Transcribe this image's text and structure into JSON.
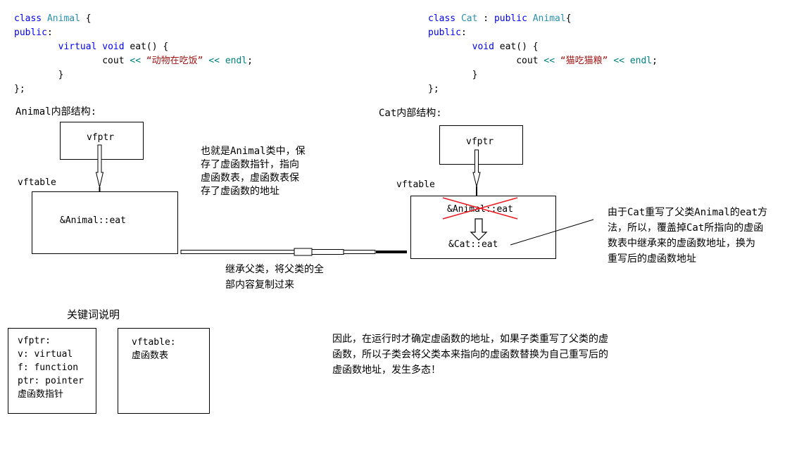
{
  "colors": {
    "keyword": "#0000ff",
    "type_name": "#2b91af",
    "operator": "#008080",
    "string": "#a31515",
    "cross": "#ed1c24"
  },
  "code_left": {
    "lines": [
      [
        [
          "k",
          "class "
        ],
        [
          "t",
          "Animal"
        ],
        [
          "d",
          " {"
        ]
      ],
      [
        [
          "k",
          "public"
        ],
        [
          "d",
          ":"
        ]
      ],
      [
        [
          "d",
          "        "
        ],
        [
          "k",
          "virtual"
        ],
        [
          "d",
          " "
        ],
        [
          "k",
          "void"
        ],
        [
          "d",
          " eat() {"
        ]
      ],
      [
        [
          "d",
          "                cout "
        ],
        [
          "o",
          "<<"
        ],
        [
          "d",
          " "
        ],
        [
          "s",
          "“动物在吃饭”"
        ],
        [
          "d",
          " "
        ],
        [
          "o",
          "<<"
        ],
        [
          "d",
          " "
        ],
        [
          "o",
          "endl"
        ],
        [
          "d",
          ";"
        ]
      ],
      [
        [
          "d",
          "        }"
        ]
      ],
      [
        [
          "d",
          "};"
        ]
      ]
    ]
  },
  "code_right": {
    "lines": [
      [
        [
          "k",
          "class "
        ],
        [
          "t",
          "Cat"
        ],
        [
          "d",
          " : "
        ],
        [
          "k",
          "public"
        ],
        [
          "d",
          " "
        ],
        [
          "t",
          "Animal"
        ],
        [
          "d",
          "{"
        ]
      ],
      [
        [
          "k",
          "public"
        ],
        [
          "d",
          ":"
        ]
      ],
      [
        [
          "d",
          "        "
        ],
        [
          "k",
          "void"
        ],
        [
          "d",
          " eat() {"
        ]
      ],
      [
        [
          "d",
          "                cout "
        ],
        [
          "o",
          "<<"
        ],
        [
          "d",
          " "
        ],
        [
          "s",
          "“猫吃猫粮”"
        ],
        [
          "d",
          " "
        ],
        [
          "o",
          "<<"
        ],
        [
          "d",
          " "
        ],
        [
          "o",
          "endl"
        ],
        [
          "d",
          ";"
        ]
      ],
      [
        [
          "d",
          "        }"
        ]
      ],
      [
        [
          "d",
          "};"
        ]
      ]
    ]
  },
  "animal_section": {
    "title": "Animal内部结构:",
    "vfptr_label": "vfptr",
    "vftable_label": "vftable",
    "vftable_entry": "&Animal::eat"
  },
  "cat_section": {
    "title": "Cat内部结构:",
    "vfptr_label": "vfptr",
    "vftable_label": "vftable",
    "inherited_entry": "&Animal::eat",
    "override_entry": "&Cat::eat"
  },
  "annotations": {
    "vfptr_note_lines": [
      "也就是Animal类中，保",
      "存了虚函数指针，指向",
      "虚函数表，虚函数表保",
      "存了虚函数的地址"
    ],
    "inherit_note_lines": [
      "继承父类，将父类的全",
      "部内容复制过来"
    ],
    "override_note_lines": [
      "由于Cat重写了父类Animal的eat方",
      "法，所以，覆盖掉Cat所指向的虚函",
      "数表中继承来的虚函数地址，换为",
      "重写后的虚函数地址"
    ],
    "conclusion_lines": [
      "因此，在运行时才确定虚函数的地址，如果子类重写了父类的虚",
      "函数，所以子类会将父类本来指向的虚函数替换为自己重写后的",
      "虚函数地址，发生多态！"
    ]
  },
  "keywords": {
    "title": "关键词说明",
    "vfptr_box_lines": [
      "vfptr:",
      "v: virtual",
      "f: function",
      "ptr: pointer",
      "虚函数指针"
    ],
    "vftable_box_lines": [
      "vftable:",
      "虚函数表"
    ]
  }
}
